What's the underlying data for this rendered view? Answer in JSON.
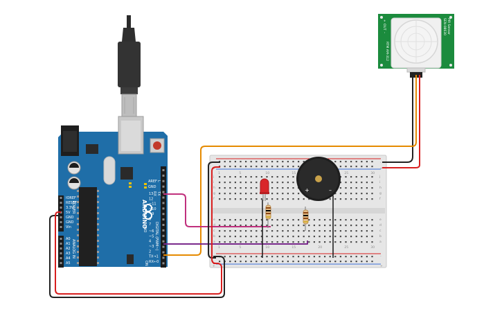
{
  "arduino": {
    "brand": "ARDUINO",
    "model": "UNO",
    "on_label": "ON",
    "l_label": "L",
    "tx_label": "TX",
    "rx_label": "RX",
    "aref": "AREF",
    "gnd_top": "GND",
    "digital_label": "DIGITAL (PWM~)",
    "power_label": "POWER",
    "analog_label": "ANALOG IN",
    "ioref": "IOREF",
    "reset": "RESET",
    "v33": "3.3V",
    "v5": "5V",
    "gnd1": "GND",
    "gnd2": "GND",
    "vin": "Vin",
    "digital_pins": [
      "13",
      "12",
      "~11",
      "~10",
      "~9",
      "8",
      "7",
      "~6",
      "~5",
      "4",
      "~3",
      "2",
      "TX→1",
      "RX←0"
    ],
    "analog_pins": [
      "A0",
      "A1",
      "A2",
      "A3",
      "A4",
      "A5"
    ]
  },
  "breadboard": {
    "row_letters_top": [
      "j",
      "i",
      "h",
      "g",
      "f"
    ],
    "row_letters_bottom": [
      "e",
      "d",
      "c",
      "b",
      "a"
    ],
    "plus_label": "+",
    "minus_label": "-",
    "col_numbers": [
      "1",
      "5",
      "10",
      "15",
      "20",
      "25",
      "30"
    ]
  },
  "buzzer": {
    "plus": "+",
    "minus": "–"
  },
  "pir": {
    "left_text": "PIR Sensor",
    "left_text2": "SEN-08630",
    "right_text": "RTM AM‐312",
    "pin_labels": [
      "+",
      "OUT",
      "–"
    ]
  },
  "colors": {
    "board_blue": "#1f6ea8",
    "breadboard": "#e6e6e6",
    "pir_green": "#1b8b3d",
    "wire_orange": "#e58a00",
    "wire_red": "#d81e1e",
    "wire_black": "#222222",
    "wire_magenta": "#c0307d",
    "wire_purple": "#7a2a8c",
    "led_red": "#d9262a"
  }
}
